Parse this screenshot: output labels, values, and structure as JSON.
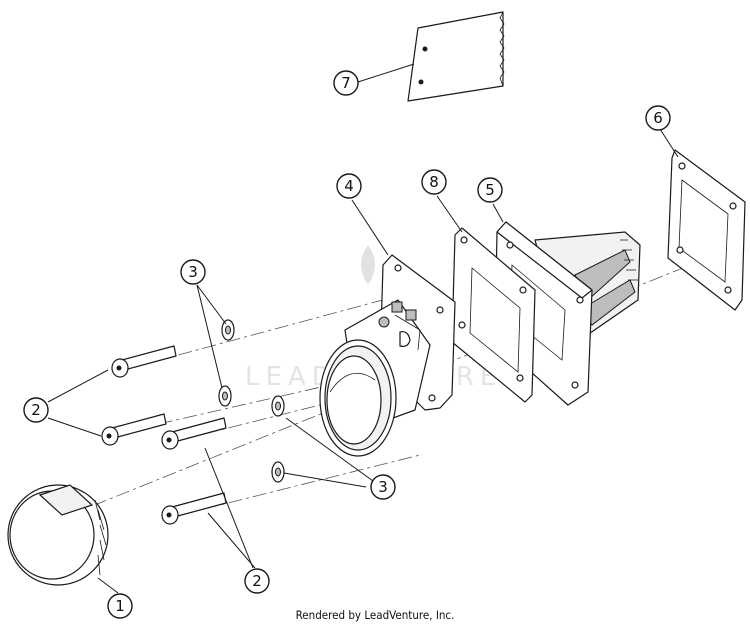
{
  "callouts": {
    "c1": "1",
    "c2a": "2",
    "c2b": "2",
    "c3a": "3",
    "c3b": "3",
    "c4": "4",
    "c5": "5",
    "c6": "6",
    "c7": "7",
    "c8": "8"
  },
  "watermark": "LEADVENTURE",
  "footer": "Rendered by LeadVenture, Inc."
}
